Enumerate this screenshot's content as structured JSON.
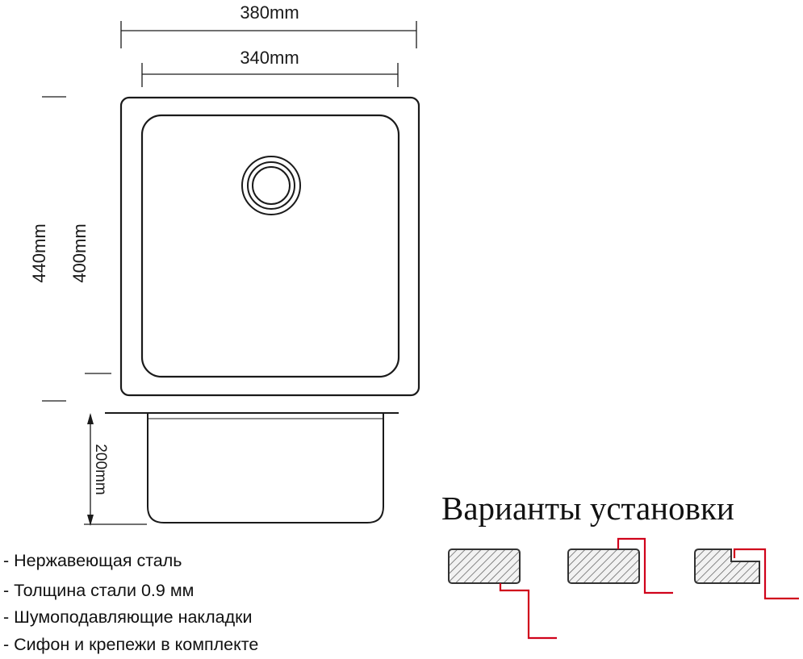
{
  "dimensions": {
    "outer_width": "380mm",
    "inner_width": "340mm",
    "outer_length": "440mm",
    "inner_length": "400mm",
    "depth": "200mm"
  },
  "install_title": "Варианты установки",
  "features": [
    "- Нержавеющая сталь",
    "- Толщина стали 0.9 мм",
    "- Шумоподавляющие накладки",
    "- Сифон и крепежи в комплекте"
  ],
  "colors": {
    "line": "#1a1a1a",
    "install_profile": "#d0021b",
    "hatch": "#555555"
  }
}
